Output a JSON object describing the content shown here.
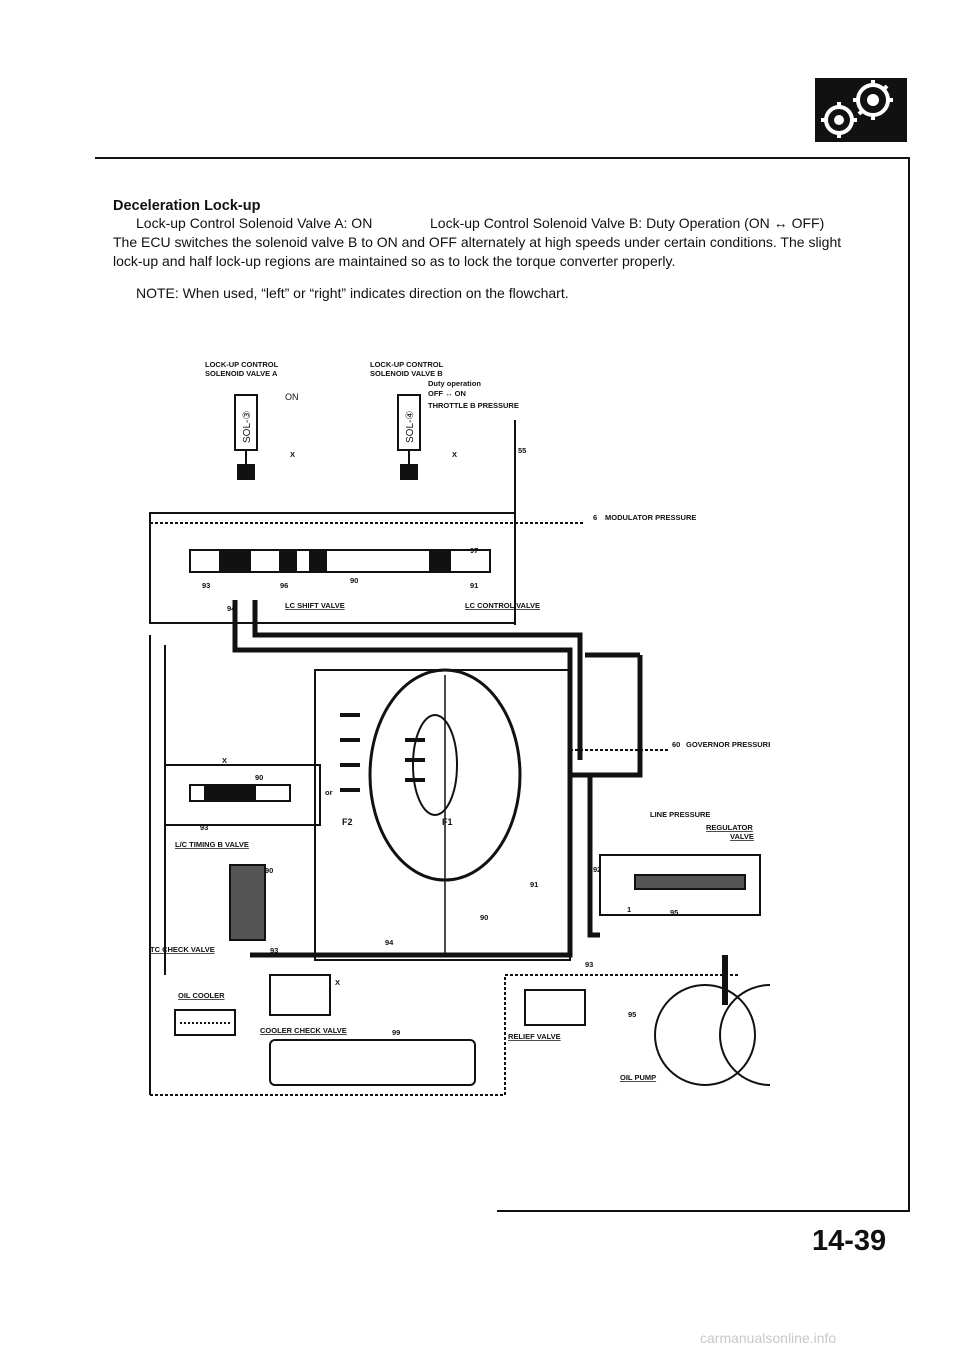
{
  "header": {
    "section_title": "Deceleration Lock-up",
    "line1_a": "Lock-up Control Solenoid Valve A: ON",
    "line1_b": "Lock-up Control Solenoid Valve B: Duty Operation (ON ↔ OFF)",
    "line2": "The ECU switches the solenoid valve B to ON and OFF alternately at high speeds under certain conditions. The slight",
    "line3": "lock-up and half lock-up regions are maintained so as to lock the torque converter properly.",
    "note": "NOTE:  When used, “left” or “right” indicates direction on the flowchart."
  },
  "diagram": {
    "sol_a_title_1": "LOCK-UP CONTROL",
    "sol_a_title_2": "SOLENOID VALVE A",
    "sol_a_state": "ON",
    "sol_a_body": "SOL-③",
    "sol_b_title_1": "LOCK-UP CONTROL",
    "sol_b_title_2": "SOLENOID VALVE B",
    "sol_b_duty_1": "Duty operation",
    "sol_b_duty_2": "OFF ↔ ON",
    "sol_b_body": "SOL-④",
    "throttle_b": "THROTTLE B PRESSURE",
    "modulator": "MODULATOR PRESSURE",
    "lc_shift_valve": "LC SHIFT VALVE",
    "lc_control_valve": "LC CONTROL VALVE",
    "governor": "GOVERNOR PRESSURE",
    "line_pressure": "LINE PRESSURE",
    "regulator_1": "REGULATOR",
    "regulator_2": "VALVE",
    "lc_timing_valve": "L/C TIMING B VALVE",
    "tc_check_valve": "TC CHECK VALVE",
    "oil_cooler": "OIL COOLER",
    "cooler_check_valve": "COOLER CHECK VALVE",
    "relief_valve": "RELIEF VALVE",
    "oil_pump": "OIL PUMP",
    "f1": "F1",
    "f2": "F2",
    "or": "or",
    "x": "X",
    "n55": "55",
    "n6": "6",
    "n60": "60",
    "n90": "90",
    "n91": "91",
    "n92": "92",
    "n93": "93",
    "n94": "94",
    "n95": "95",
    "n96": "96",
    "n97": "97",
    "n99": "99",
    "n1": "1"
  },
  "footer": {
    "page_number": "14-39",
    "watermark": "carmanualsonline.info"
  }
}
